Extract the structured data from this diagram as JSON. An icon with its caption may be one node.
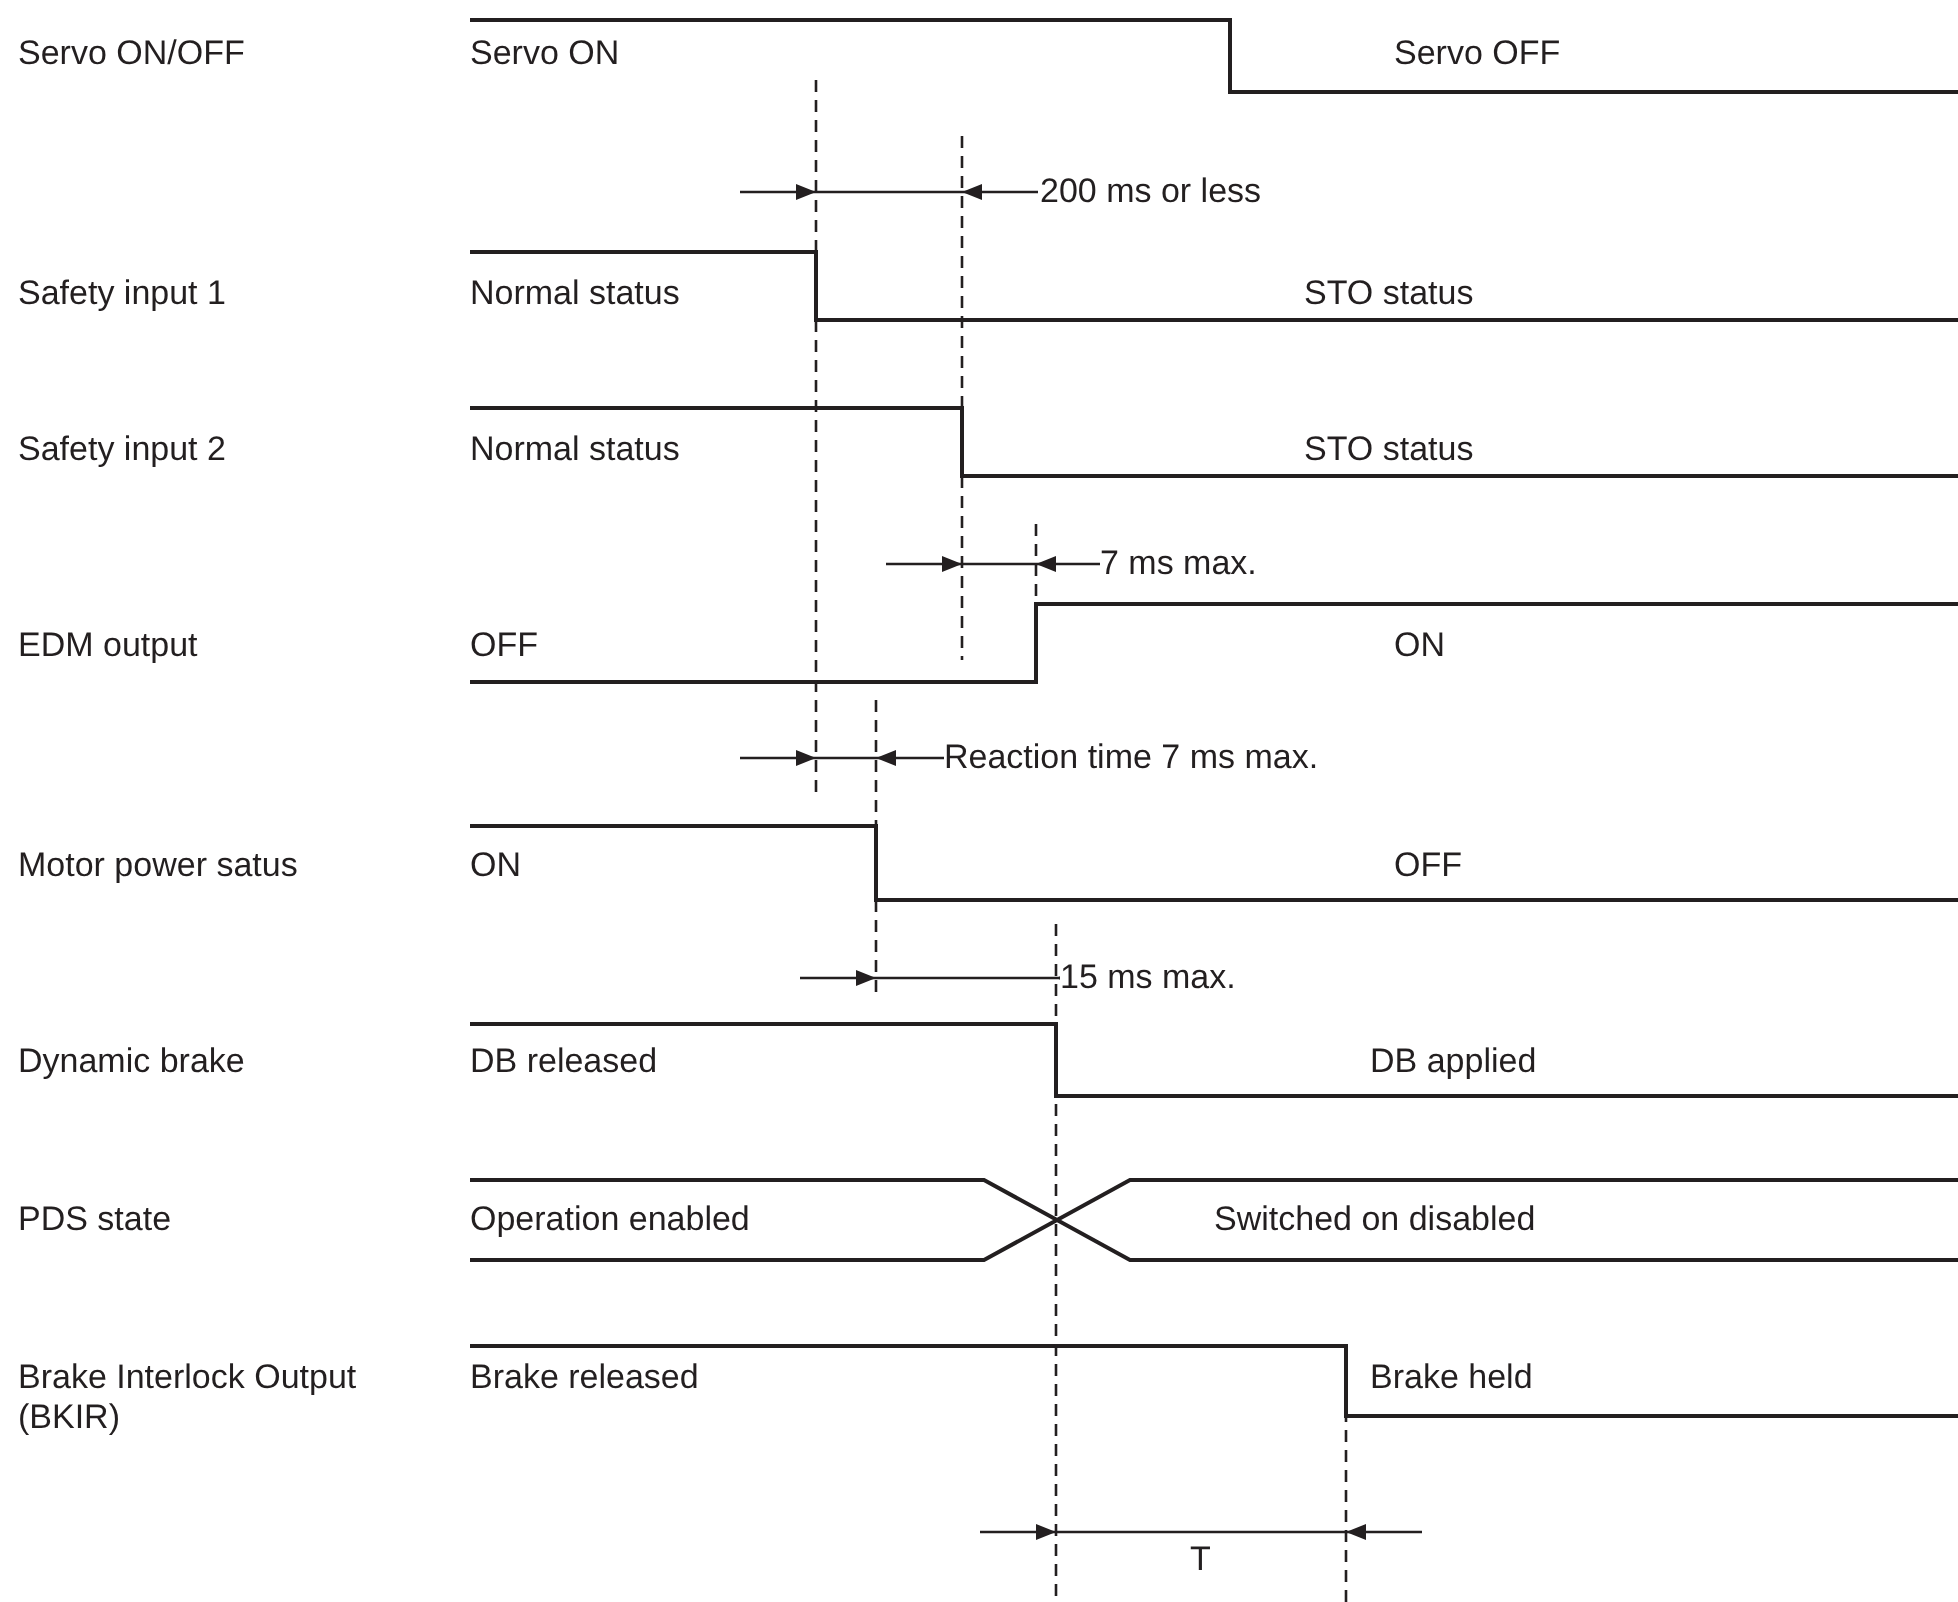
{
  "diagram": {
    "labels": [
      "Servo ON/OFF",
      "Servo ON",
      "Servo OFF",
      "200 ms or less",
      "Safety input 1",
      "Normal status",
      "STO status",
      "Safety input 2",
      "Normal status",
      "STO status",
      "7 ms max.",
      "EDM output",
      "OFF",
      "ON",
      "Reaction time 7 ms max.",
      "Motor power satus",
      "ON",
      "OFF",
      "15 ms max.",
      "Dynamic brake",
      "DB released",
      "DB applied",
      "PDS state",
      "Operation enabled",
      "Switched on disabled",
      "Brake Interlock Output (BKIR)",
      "Brake released",
      "Brake held",
      "T"
    ]
  }
}
